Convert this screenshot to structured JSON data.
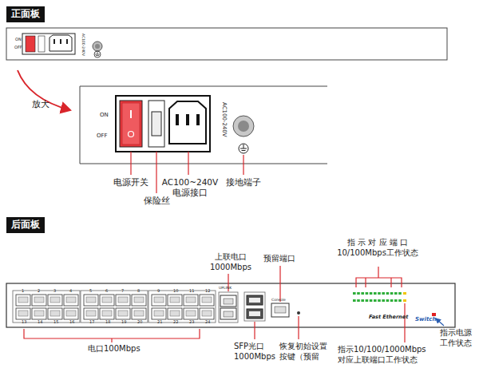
{
  "diagram": {
    "nodes": [
      {
        "text": [
          "正面板"
        ]
      },
      {
        "text": [
          "后面板"
        ]
      }
    ],
    "labels": [
      "ON",
      "OFF",
      "AC100-240V",
      "放大",
      "ON",
      "OFF",
      "AC100-240V",
      "电源开关",
      "保险丝",
      "AC100~240V 电源接口",
      "接地端子",
      "上联电口 1000Mbps",
      "预留端口",
      "指 示 对 应 端 口 10/100Mbps工作状态",
      "电口100Mbps",
      "SFP光口 1000Mbps",
      "恢复初始设置 按键（预留",
      "指示10/100/1000Mbps 对应上联端口工作状态",
      "指示电源 工作状态",
      "Fast Ethernet",
      "Switch",
      "UPLINK",
      "Console",
      "1",
      "2",
      "3",
      "4",
      "5",
      "6",
      "7",
      "8",
      "9",
      "10",
      "11",
      "12",
      "13",
      "14",
      "15",
      "16",
      "17",
      "18",
      "19",
      "20",
      "21",
      "22",
      "23",
      "24"
    ]
  }
}
